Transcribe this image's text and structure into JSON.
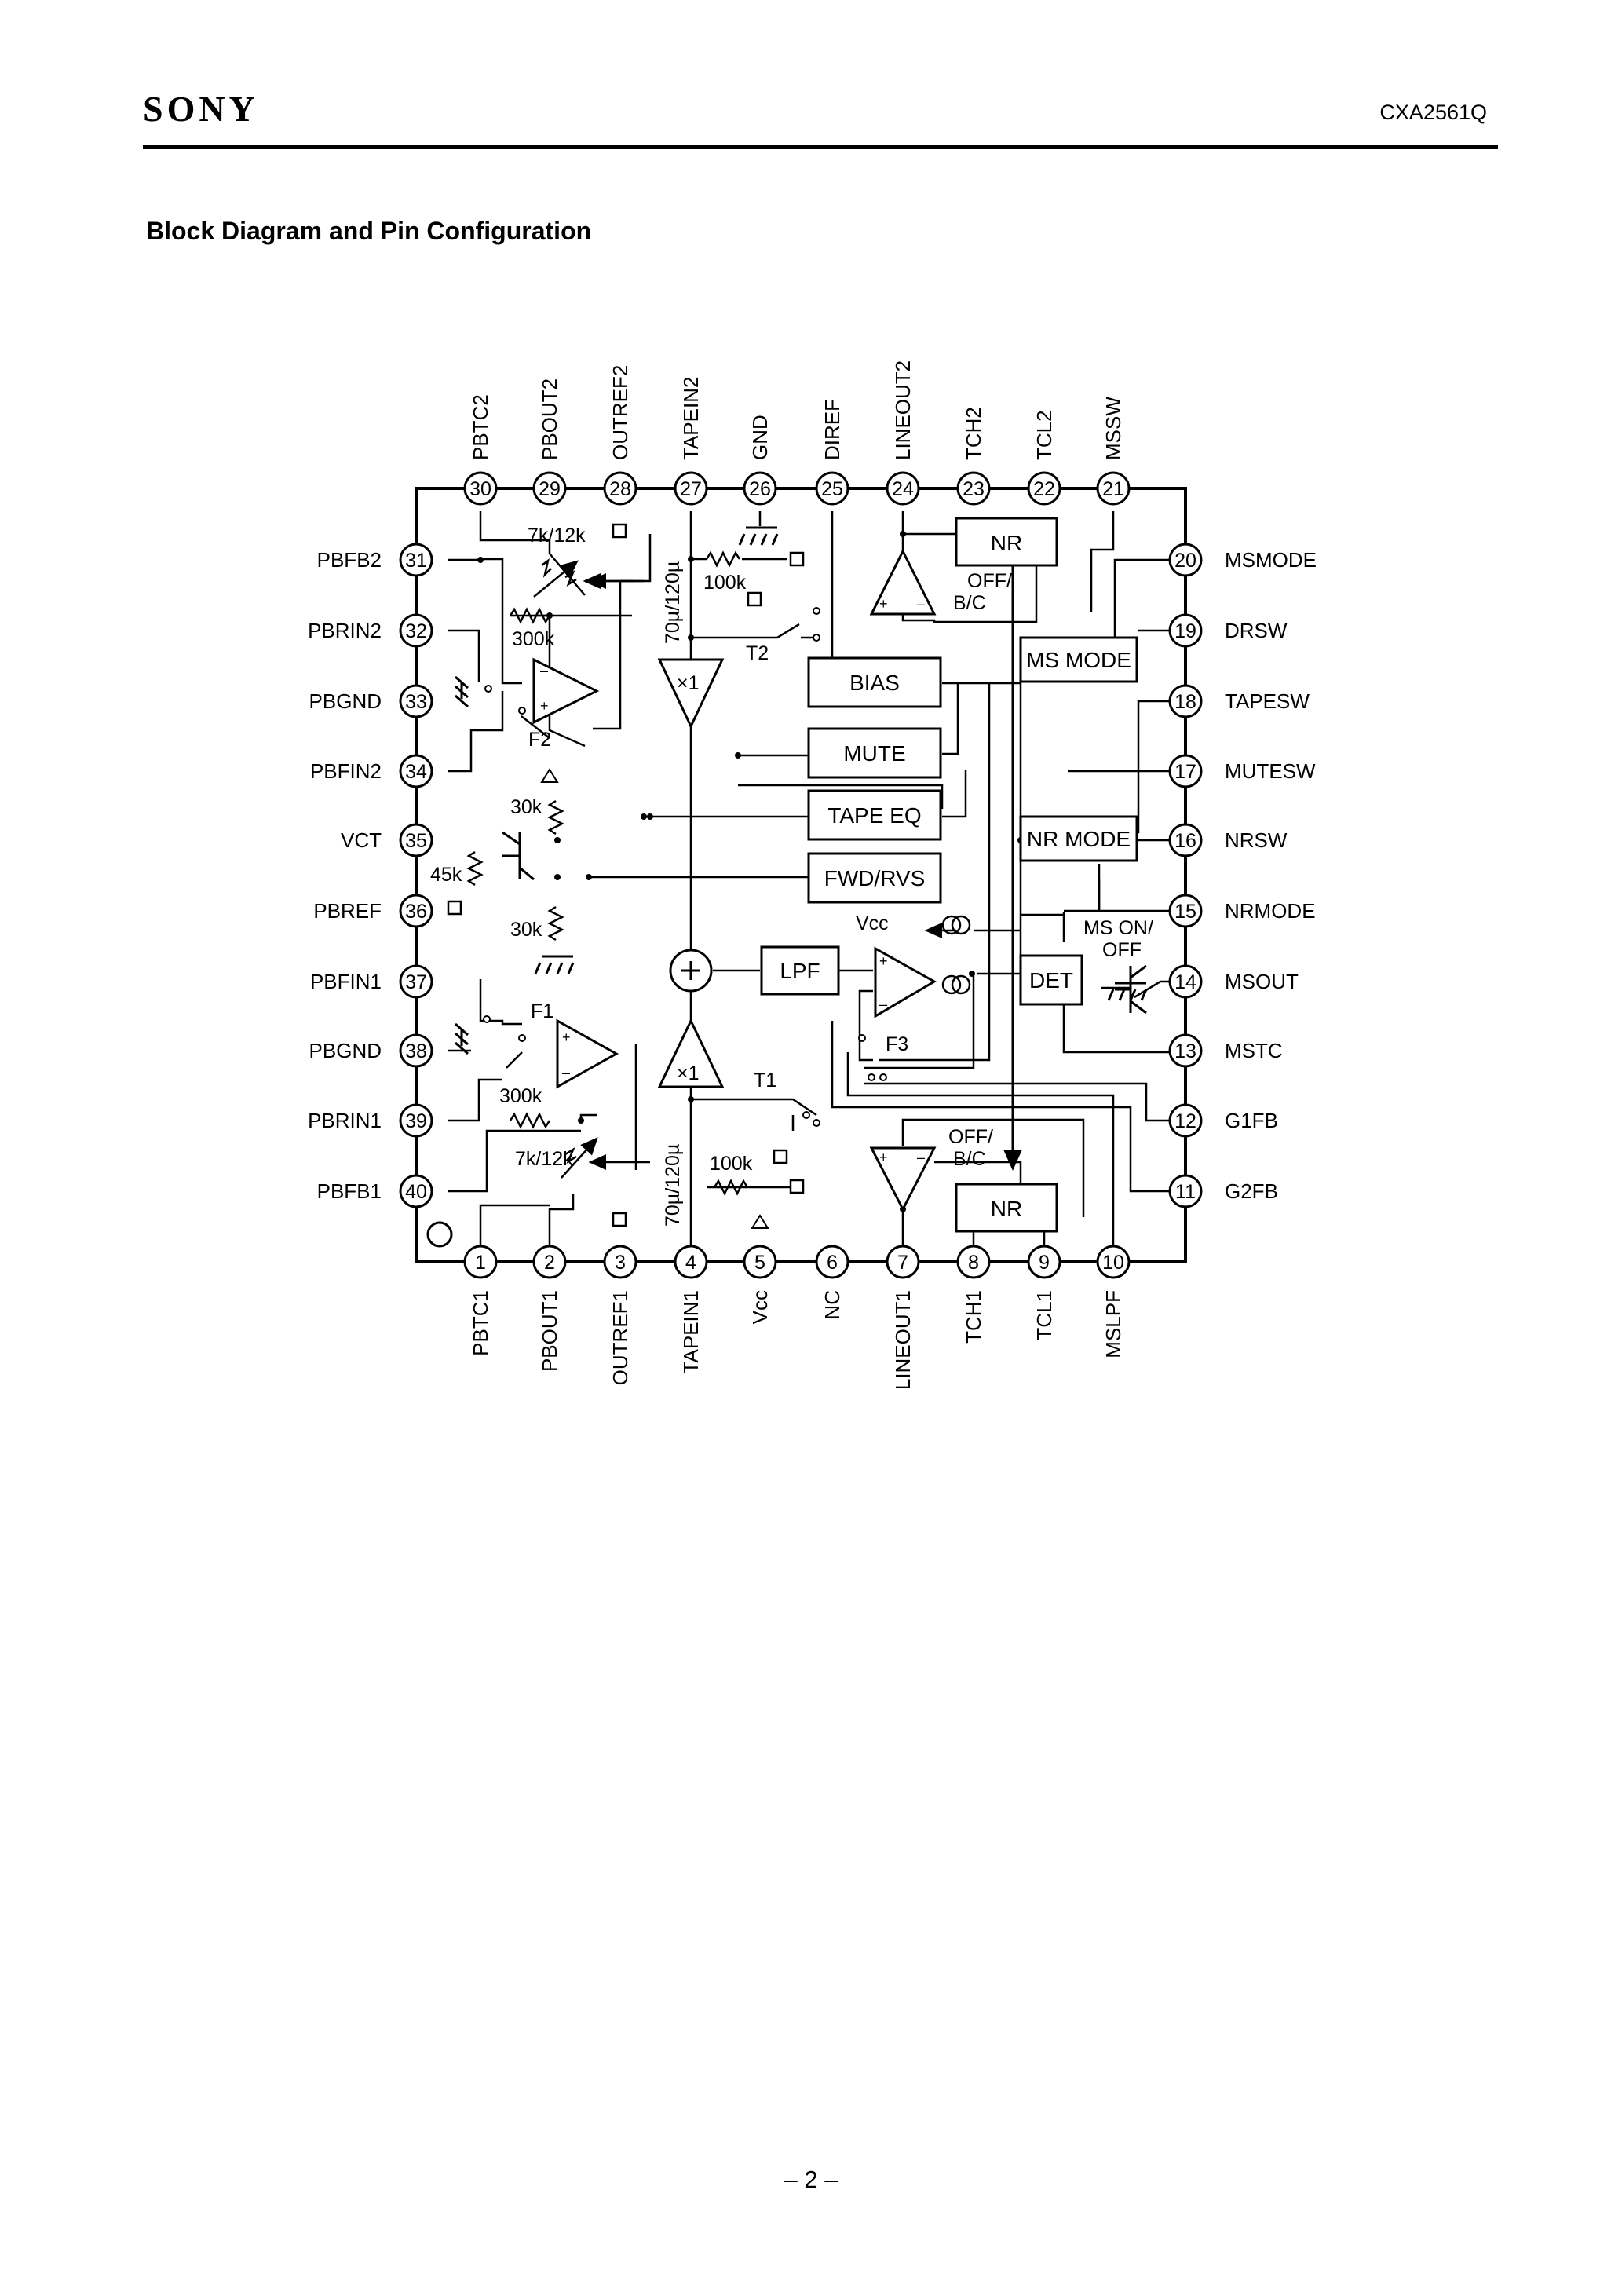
{
  "header": {
    "brand": "SONY",
    "part_number": "CXA2561Q",
    "section_title": "Block Diagram and Pin Configuration"
  },
  "footer": {
    "page_number": "– 2 –"
  },
  "pins": {
    "top": [
      {
        "num": "30",
        "name": "PBTC2"
      },
      {
        "num": "29",
        "name": "PBOUT2"
      },
      {
        "num": "28",
        "name": "OUTREF2"
      },
      {
        "num": "27",
        "name": "TAPEIN2"
      },
      {
        "num": "26",
        "name": "GND"
      },
      {
        "num": "25",
        "name": "DIREF"
      },
      {
        "num": "24",
        "name": "LINEOUT2"
      },
      {
        "num": "23",
        "name": "TCH2"
      },
      {
        "num": "22",
        "name": "TCL2"
      },
      {
        "num": "21",
        "name": "MSSW"
      }
    ],
    "bottom": [
      {
        "num": "1",
        "name": "PBTC1"
      },
      {
        "num": "2",
        "name": "PBOUT1"
      },
      {
        "num": "3",
        "name": "OUTREF1"
      },
      {
        "num": "4",
        "name": "TAPEIN1"
      },
      {
        "num": "5",
        "name": "Vcc"
      },
      {
        "num": "6",
        "name": "NC"
      },
      {
        "num": "7",
        "name": "LINEOUT1"
      },
      {
        "num": "8",
        "name": "TCH1"
      },
      {
        "num": "9",
        "name": "TCL1"
      },
      {
        "num": "10",
        "name": "MSLPF"
      }
    ],
    "left": [
      {
        "num": "31",
        "name": "PBFB2"
      },
      {
        "num": "32",
        "name": "PBRIN2"
      },
      {
        "num": "33",
        "name": "PBGND"
      },
      {
        "num": "34",
        "name": "PBFIN2"
      },
      {
        "num": "35",
        "name": "VCT"
      },
      {
        "num": "36",
        "name": "PBREF"
      },
      {
        "num": "37",
        "name": "PBFIN1"
      },
      {
        "num": "38",
        "name": "PBGND"
      },
      {
        "num": "39",
        "name": "PBRIN1"
      },
      {
        "num": "40",
        "name": "PBFB1"
      }
    ],
    "right": [
      {
        "num": "20",
        "name": "MSMODE"
      },
      {
        "num": "19",
        "name": "DRSW"
      },
      {
        "num": "18",
        "name": "TAPESW"
      },
      {
        "num": "17",
        "name": "MUTESW"
      },
      {
        "num": "16",
        "name": "NRSW"
      },
      {
        "num": "15",
        "name": "NRMODE"
      },
      {
        "num": "14",
        "name": "MSOUT"
      },
      {
        "num": "13",
        "name": "MSTC"
      },
      {
        "num": "12",
        "name": "G1FB"
      },
      {
        "num": "11",
        "name": "G2FB"
      }
    ]
  },
  "blocks": {
    "nr_top": "NR",
    "nr_bottom": "NR",
    "bias": "BIAS",
    "mute": "MUTE",
    "tape_eq": "TAPE EQ",
    "fwd_rvs": "FWD/RVS",
    "ms_mode": "MS MODE",
    "nr_mode": "NR MODE",
    "det": "DET",
    "lpf": "LPF"
  },
  "labels": {
    "r_7k12k_top": "7k/12k",
    "r_300k_top": "300k",
    "r_100k_top": "100k",
    "cap_top": "70µ/120µ",
    "sw_t2": "T2",
    "sw_f2": "F2",
    "buf_x1": "×1",
    "r_30k_upper": "30k",
    "r_45k": "45k",
    "r_30k_lower": "30k",
    "sw_f1": "F1",
    "r_300k_bottom": "300k",
    "r_7k12k_bottom": "7k/12k",
    "cap_bottom": "70µ/120µ",
    "sw_t1": "T1",
    "r_100k_bottom": "100k",
    "off_bc_top_1": "OFF/",
    "off_bc_top_2": "B/C",
    "off_bc_bottom_1": "OFF/",
    "off_bc_bottom_2": "B/C",
    "vcc_label": "Vcc",
    "sw_f3": "F3",
    "ms_on_off_1": "MS ON/",
    "ms_on_off_2": "OFF"
  }
}
